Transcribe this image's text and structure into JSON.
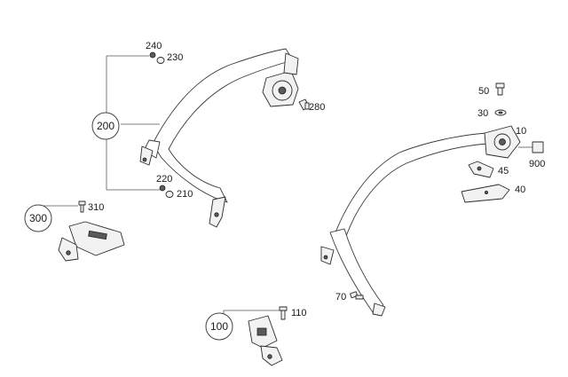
{
  "parts": {
    "p10": "10",
    "p30": "30",
    "p40": "40",
    "p45": "45",
    "p50": "50",
    "p70": "70",
    "p100": "100",
    "p110": "110",
    "p200": "200",
    "p210": "210",
    "p220": "220",
    "p230": "230",
    "p240": "240",
    "p280": "280",
    "p300": "300",
    "p310": "310",
    "p900": "900"
  }
}
